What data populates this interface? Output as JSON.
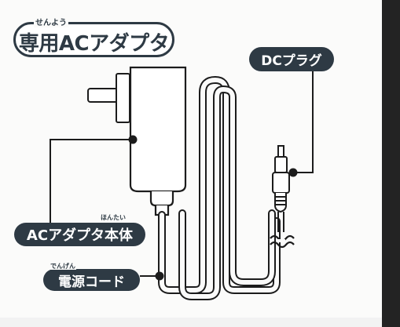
{
  "title": {
    "ruby": "せんよう",
    "main": "専用ACアダプタ"
  },
  "labels": {
    "dc_plug": "DCプラグ",
    "adapter_body": "ACアダプタ本体",
    "adapter_body_ruby": "ほんたい",
    "power_cord": "電源コード",
    "power_cord_ruby": "でんげん"
  },
  "colors": {
    "label_bg": "#2e3a44",
    "line": "#1c1c1c",
    "dark_band": "#232323"
  },
  "icons": [
    "ac-plug-icon",
    "adapter-body-icon",
    "dc-plug-icon",
    "wave-break-icon",
    "cord-icon"
  ]
}
